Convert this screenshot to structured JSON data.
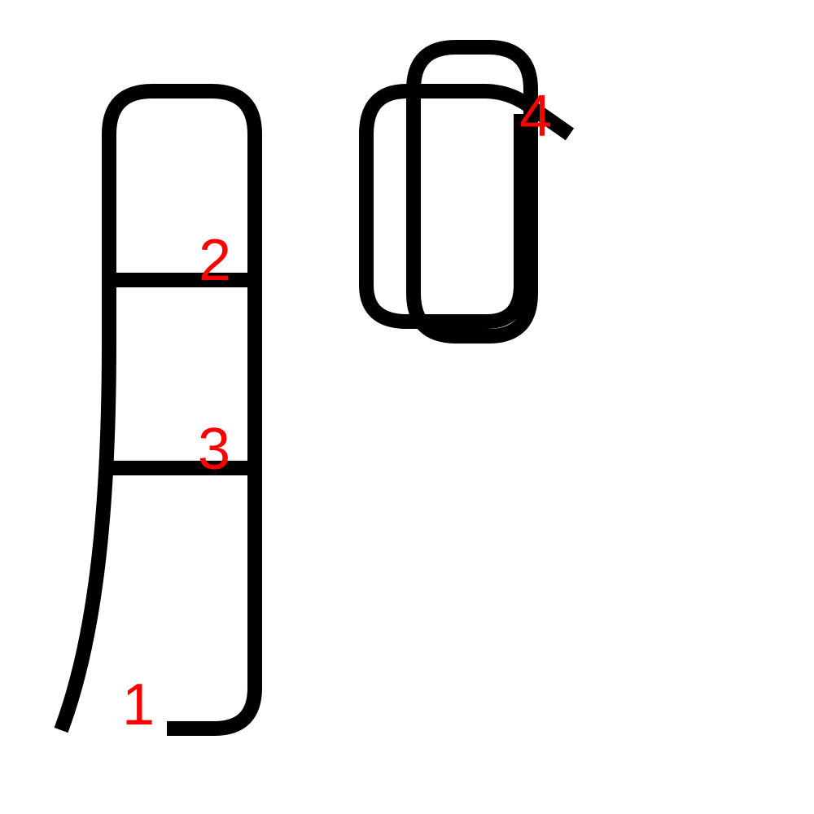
{
  "stroke_numbers": {
    "n1": "1",
    "n2": "2",
    "n3": "3",
    "n4": "4"
  },
  "colors": {
    "stroke": "#000000",
    "number_label": "#ff0000",
    "background": "#ffffff"
  }
}
